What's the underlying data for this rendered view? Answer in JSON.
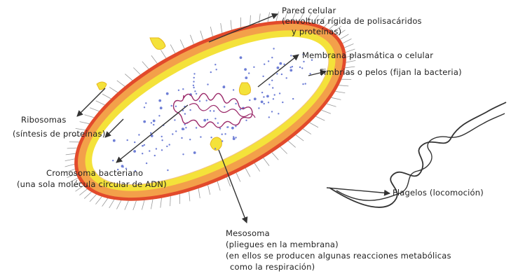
{
  "labels": {
    "pared": "Pared celular",
    "pared_sub1": "(envoltura rígida de polisacáridos",
    "pared_sub2": "y proteínas)",
    "membrana": "Membrana plasmática o celular",
    "fimbrias": "Fimbrias o pelos (fijan la bacteria)",
    "ribosomas": "Ribosomas",
    "ribosomas_sub": "(síntesis de proteínas)",
    "cromosoma": "Cromosoma bacteriano",
    "cromosoma_sub": "(una sola molécula circular de ADN)",
    "flagelos": "Flagelos (locomoción)",
    "mesosoma": "Mesosoma",
    "mesosoma_sub1": "(pliegues en la membrana)",
    "mesosoma_sub2": "(en ellos se producen algunas reacciones metabólicas",
    "mesosoma_sub3": "como la respiración)"
  },
  "colors": {
    "wall": "#f3a04a",
    "wall_edge": "#e0472a",
    "membrane": "#f4e23a",
    "cytoplasm": "#ffffff",
    "ribosome": "#6f7fd6",
    "dna": "#9b2a6a",
    "arrow": "#333333"
  }
}
